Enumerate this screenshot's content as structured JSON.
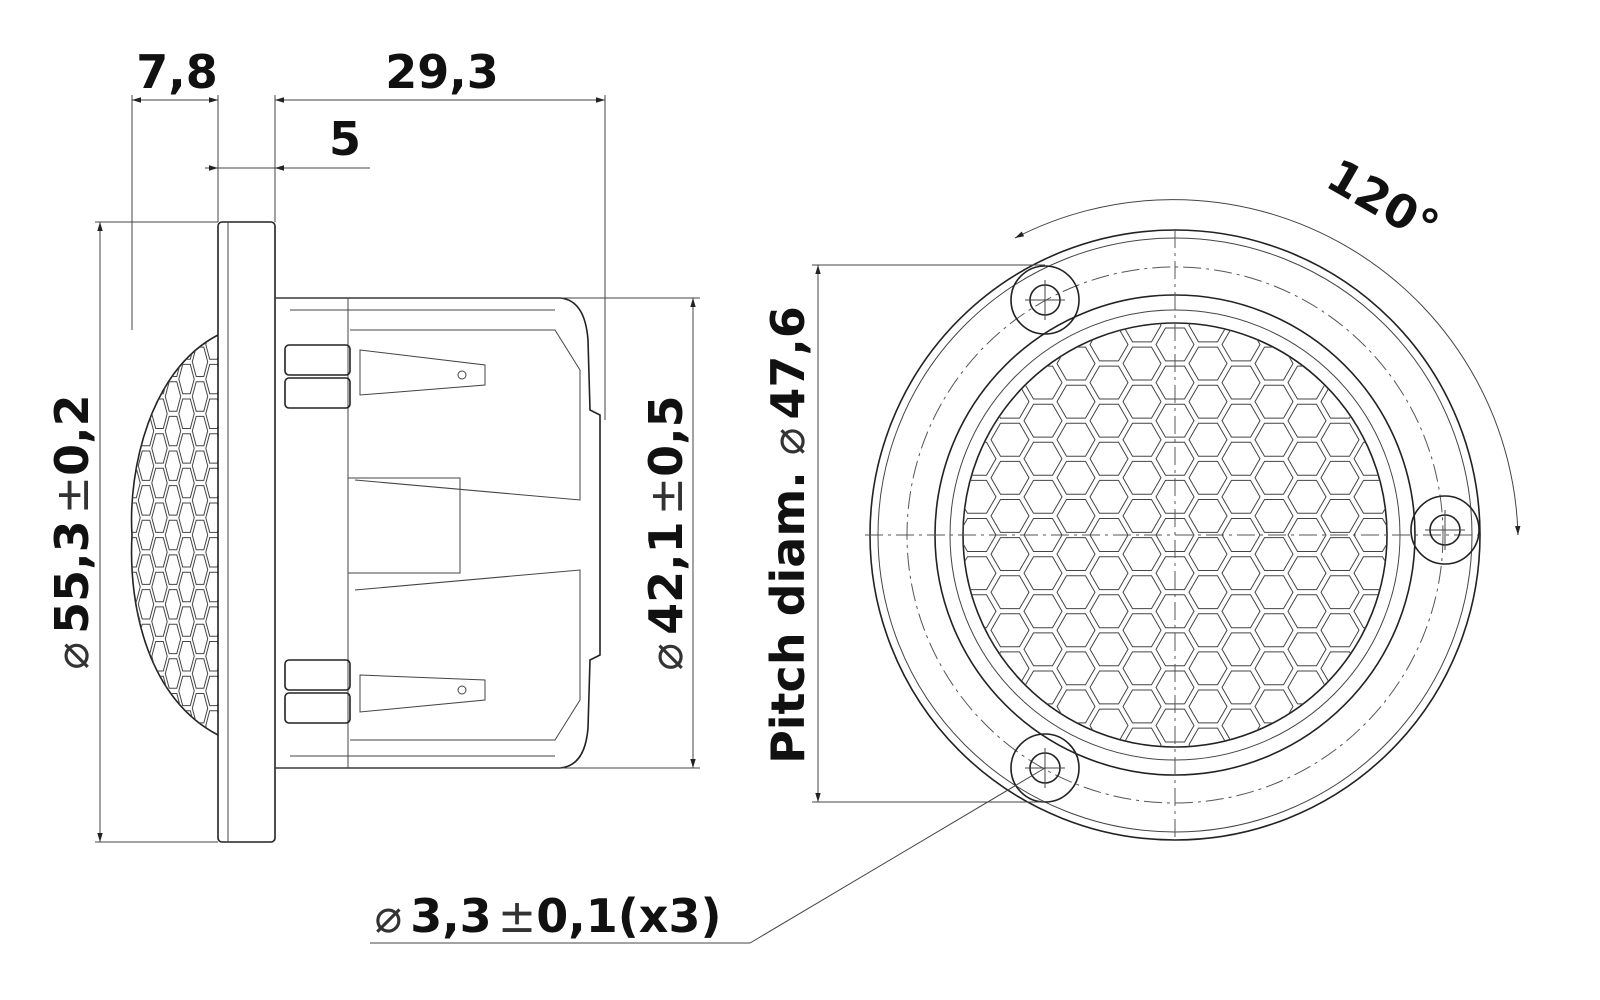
{
  "dimensions": {
    "flange_depth": "7,8",
    "total_depth": "29,3",
    "offset": "5",
    "outer_diameter": {
      "symbol": "⌀",
      "value": "55,3",
      "tol_sign": "±",
      "tol": "0,2"
    },
    "body_diameter": {
      "symbol": "⌀",
      "value": "42,1",
      "tol_sign": "±",
      "tol": "0,5"
    },
    "pitch_diameter": {
      "label": "Pitch diam.",
      "symbol": "⌀",
      "value": "47,6"
    },
    "angle": "120°",
    "hole_diameter": {
      "symbol": "⌀",
      "value": "3,3",
      "tol_sign": "±",
      "tol": "0,1",
      "count": "(x3)"
    }
  }
}
